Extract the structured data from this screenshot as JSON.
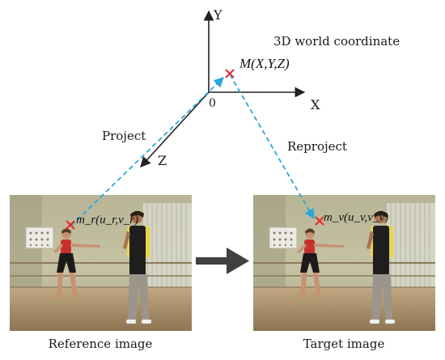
{
  "axes": {
    "y_label": "Y",
    "x_label": "X",
    "z_label": "Z",
    "origin_label": "0"
  },
  "world": {
    "title": "3D world coordinate",
    "point_label": "M(X,Y,Z)"
  },
  "steps": {
    "project_label": "Project",
    "reproject_label": "Reproject"
  },
  "reference": {
    "point_label": "m_r(u_r,v_r)",
    "caption": "Reference image"
  },
  "target": {
    "point_label": "m_v(u_v,v_v)",
    "caption": "Target image"
  },
  "colors": {
    "axis": "#222222",
    "dashed_ray": "#2aa7d6",
    "point_marker": "#e8262a",
    "flow_arrow": "#404040"
  }
}
